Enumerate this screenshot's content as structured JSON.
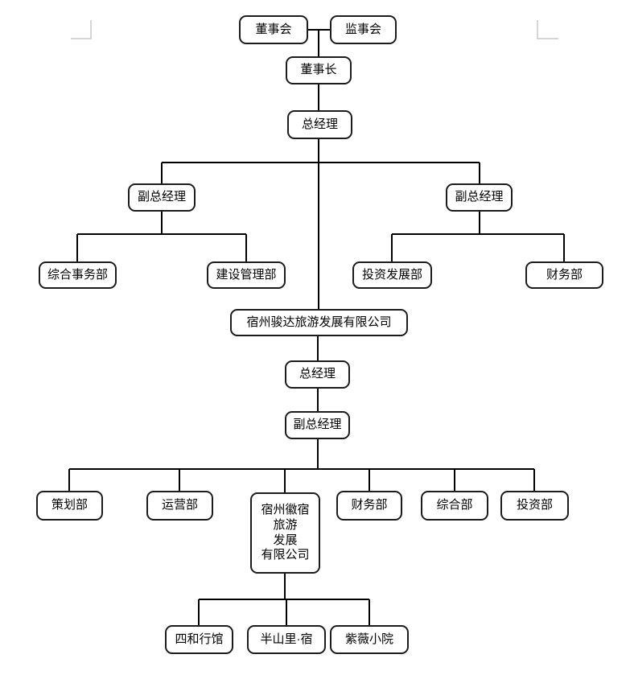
{
  "chart": {
    "type": "org-chart",
    "colors": {
      "connector_line": "#000000",
      "box_border": "#1c1c1c",
      "box_fill": "#ffffff",
      "text": "#000000",
      "page_margin_mark": "#c9c9c9"
    },
    "nodes": {
      "board": {
        "label": "董事会"
      },
      "supervisory": {
        "label": "监事会"
      },
      "chairman": {
        "label": "董事长"
      },
      "gm_top": {
        "label": "总经理"
      },
      "dgm_left": {
        "label": "副总经理"
      },
      "dgm_right": {
        "label": "副总经理"
      },
      "general_affairs": {
        "label": "综合事务部"
      },
      "construction_mgmt": {
        "label": "建设管理部"
      },
      "investment_dev": {
        "label": "投资发展部"
      },
      "finance_upper": {
        "label": "财务部"
      },
      "junda_company": {
        "label": "宿州骏达旅游发展有限公司"
      },
      "gm_mid": {
        "label": "总经理"
      },
      "dgm_mid": {
        "label": "副总经理"
      },
      "planning": {
        "label": "策划部"
      },
      "operations": {
        "label": "运营部"
      },
      "huisu_company": {
        "label": "宿州徽宿旅游发展有限公司",
        "line1": "宿州徽宿",
        "line2": "旅游",
        "line3": "发展",
        "line4": "有限公司"
      },
      "finance_lower": {
        "label": "财务部"
      },
      "general_dept": {
        "label": "综合部"
      },
      "investment_dept": {
        "label": "投资部"
      },
      "sihe_guesthouse": {
        "label": "四和行馆"
      },
      "banshanli_su": {
        "label": "半山里·宿"
      },
      "ziwei_courtyard": {
        "label": "紫薇小院"
      }
    }
  }
}
